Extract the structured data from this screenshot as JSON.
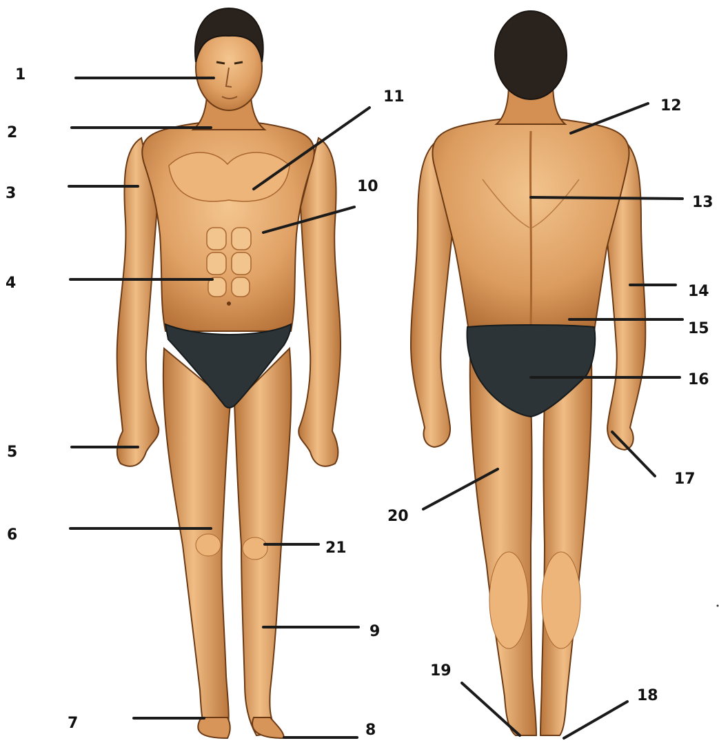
{
  "labels": {
    "l1": "1",
    "l2": "2",
    "l3": "3",
    "l4": "4",
    "l5": "5",
    "l6": "6",
    "l7": "7",
    "l8": "8",
    "l9": "9",
    "l10": "10",
    "l11": "11",
    "l12": "12",
    "l13": "13",
    "l14": "14",
    "l15": "15",
    "l16": "16",
    "l17": "17",
    "l18": "18",
    "l19": "19",
    "l20": "20",
    "l21": "21"
  },
  "colors": {
    "skin": "#e0a165",
    "skin_shade": "#b8743a",
    "skin_light": "#f2c48e",
    "outline": "#6b3a14",
    "hair": "#2a221d",
    "briefs": "#2c3438",
    "leader": "#1a1a1a"
  }
}
